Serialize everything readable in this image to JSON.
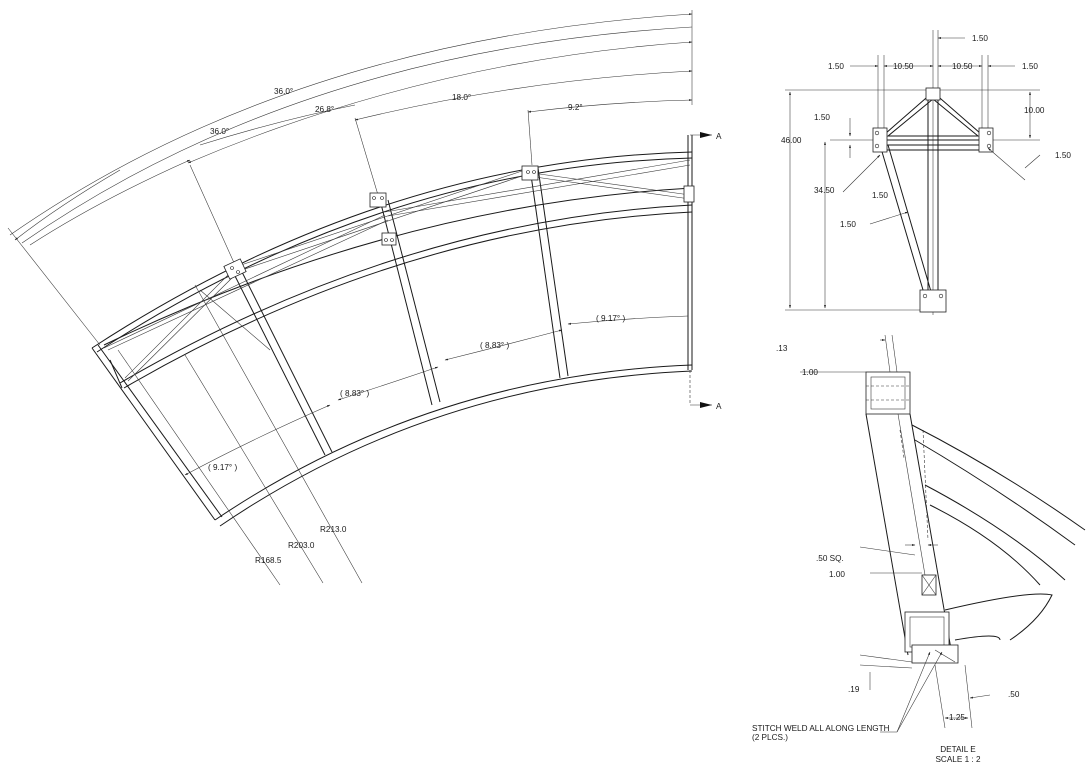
{
  "main_view": {
    "angles": [
      "36.0°",
      "36.0°",
      "26.8°",
      "18.0°",
      "9.2°",
      "( 9.17° )",
      "( 8.83° )",
      "( 8.83° )",
      "( 9.17° )"
    ],
    "radii": [
      "R213.0",
      "R203.0",
      "R168.5"
    ],
    "section_labels": [
      "A",
      "A"
    ]
  },
  "section_view": {
    "dims": [
      "1.50",
      "1.50",
      "10.50",
      "10.50",
      "1.50",
      "10.00",
      "46.00",
      "1.50",
      "1.50",
      "34.50",
      "1.50",
      "1.50"
    ]
  },
  "detail_view": {
    "dims": [
      ".13",
      "1.00",
      ".50 SQ.",
      "1.00",
      ".19",
      ".50",
      "1.25"
    ],
    "note_line1": "STITCH WELD ALL ALONG LENGTH",
    "note_line2": "(2 PLCS.)",
    "title": "DETAIL E",
    "scale": "SCALE 1 : 2"
  }
}
